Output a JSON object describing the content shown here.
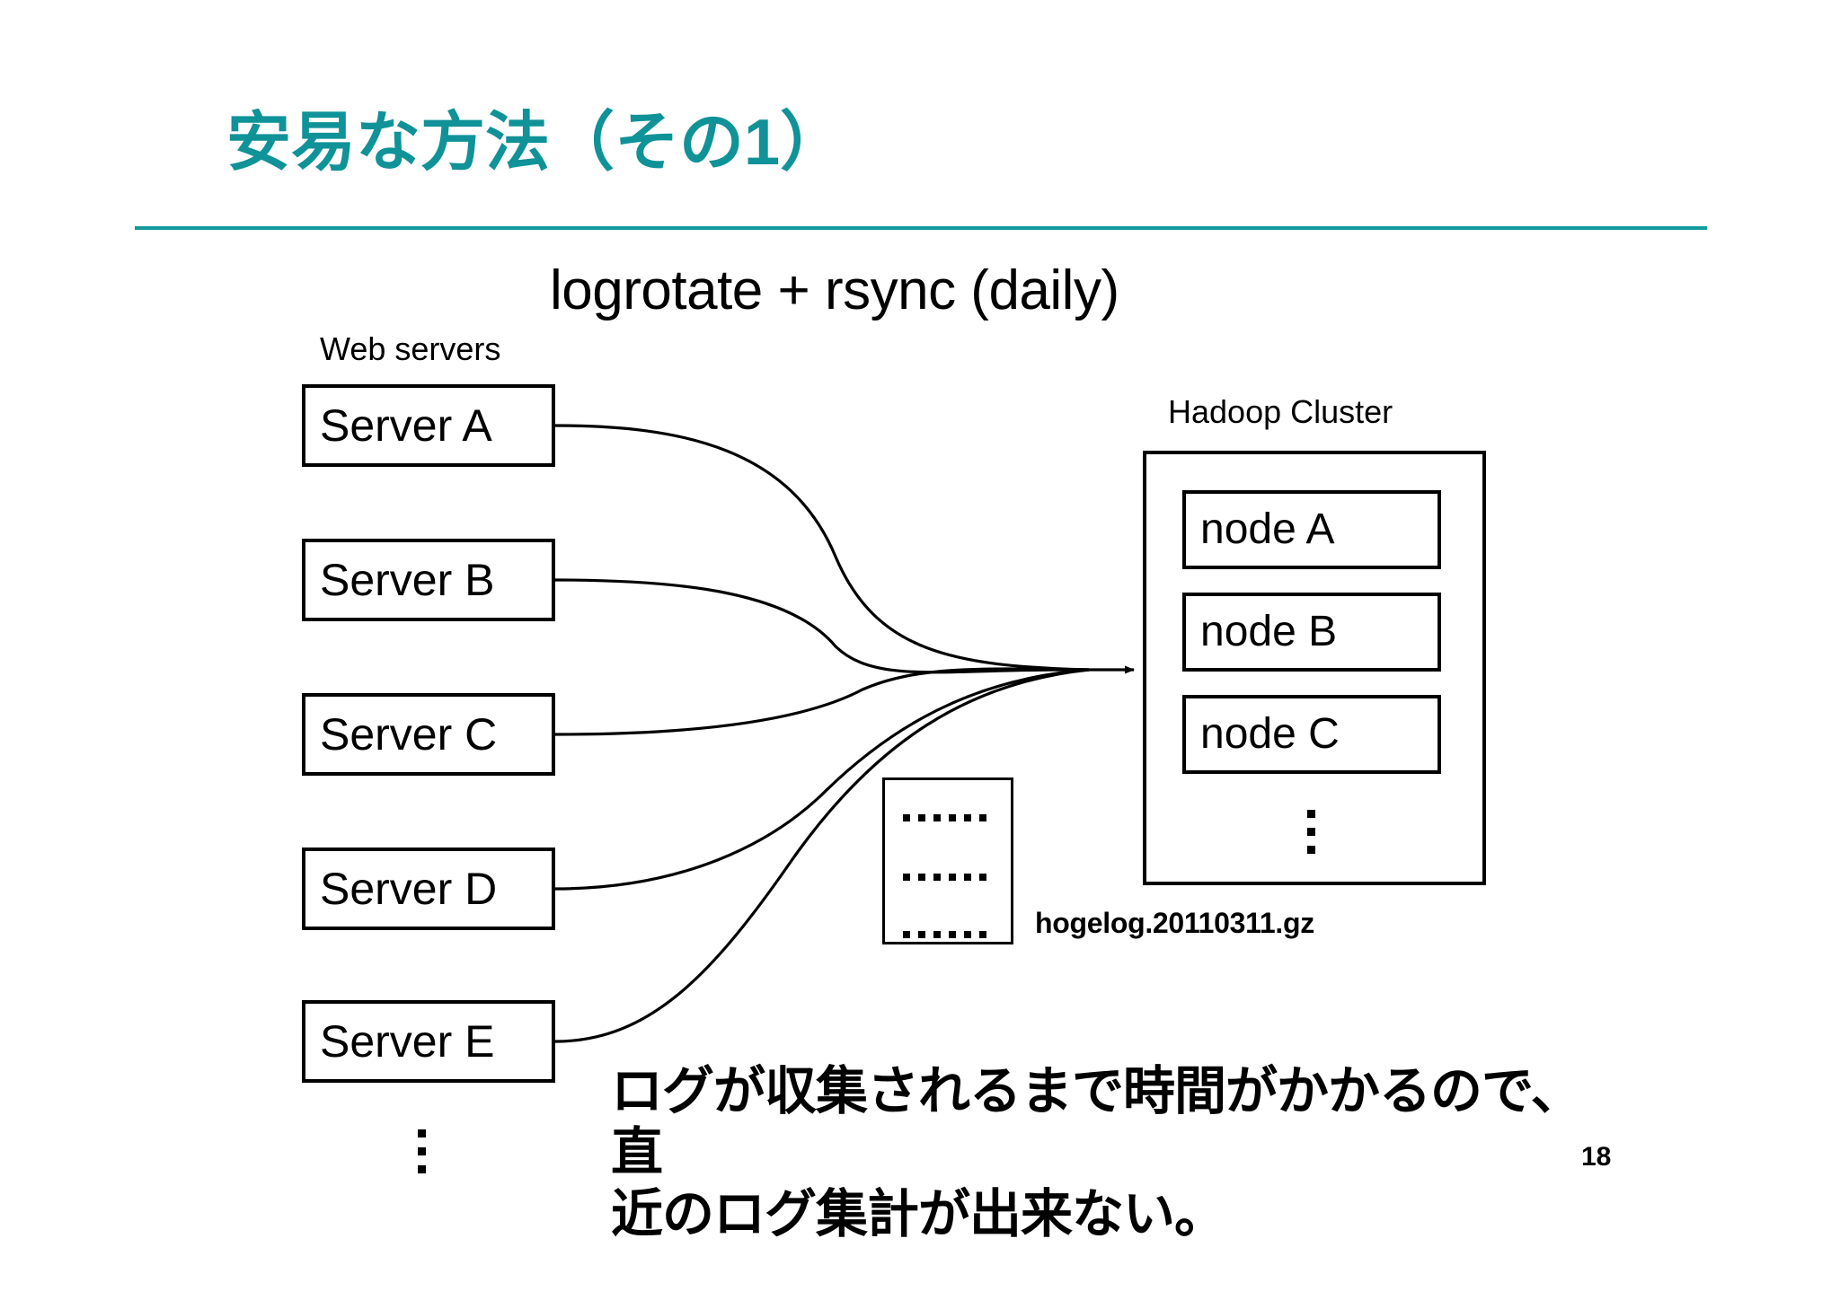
{
  "slide": {
    "title": "安易な方法（その1）",
    "page_number": "18",
    "accent_color": "#12999e",
    "background_color": "#ffffff",
    "ink_color": "#000000"
  },
  "diagram": {
    "heading": "logrotate + rsync (daily)",
    "web_servers_label": "Web servers",
    "hadoop_cluster_label": "Hadoop Cluster",
    "servers": [
      {
        "label": "Server A"
      },
      {
        "label": "Server B"
      },
      {
        "label": "Server C"
      },
      {
        "label": "Server D"
      },
      {
        "label": "Server E"
      }
    ],
    "servers_more_indicator": "vertical-ellipsis",
    "nodes": [
      {
        "label": "node A"
      },
      {
        "label": "node B"
      },
      {
        "label": "node C"
      }
    ],
    "nodes_more_indicator": "vertical-ellipsis",
    "logfile": {
      "caption": "hogelog.20110311.gz",
      "content_lines": 3,
      "line_glyph": "......"
    },
    "flow_arrow": {
      "from": "web-servers",
      "to": "hadoop-cluster",
      "style": "converging-curves-with-arrowhead"
    }
  },
  "note": {
    "line1": "ログが収集されるまで時間がかかるので、直",
    "line2": "近のログ集計が出来ない。"
  }
}
